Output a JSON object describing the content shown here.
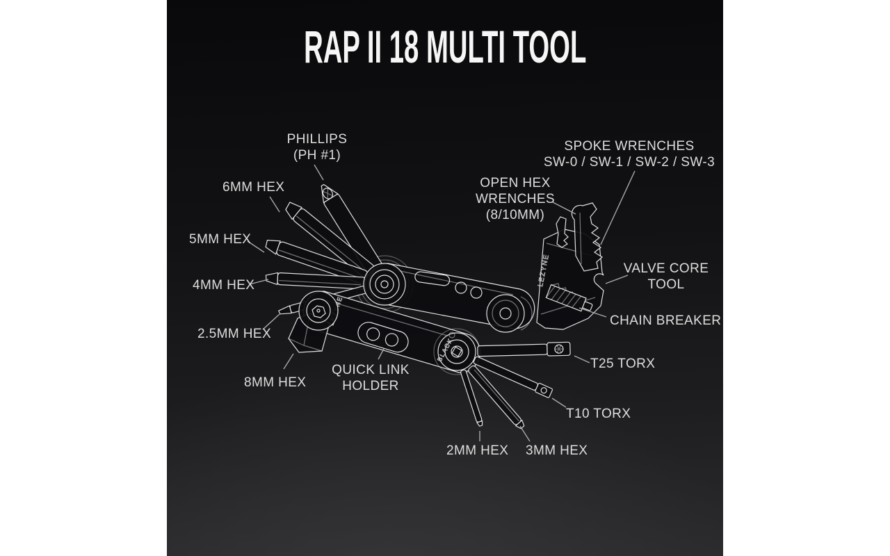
{
  "page": {
    "background_color": "#ffffff",
    "panel_top_color": "#09090b",
    "panel_bottom_color": "#2b2b2d",
    "label_color": "#dedede",
    "line_art_color": "#e2e2e2",
    "leader_line_color": "#a9a9a9"
  },
  "title": "RAP II 18 MULTI TOOL",
  "engravings": {
    "brand": "LEZYNE",
    "model": "BLACK"
  },
  "callouts": [
    {
      "id": "phillips",
      "lines": [
        "PHILLIPS",
        "(PH #1)"
      ]
    },
    {
      "id": "hex-6mm",
      "lines": [
        "6MM HEX"
      ]
    },
    {
      "id": "hex-5mm",
      "lines": [
        "5MM HEX"
      ]
    },
    {
      "id": "hex-4mm",
      "lines": [
        "4MM HEX"
      ]
    },
    {
      "id": "hex-2-5mm",
      "lines": [
        "2.5MM HEX"
      ]
    },
    {
      "id": "hex-8mm",
      "lines": [
        "8MM HEX"
      ]
    },
    {
      "id": "quick-link-holder",
      "lines": [
        "QUICK LINK",
        "HOLDER"
      ]
    },
    {
      "id": "spoke-wrenches",
      "lines": [
        "SPOKE WRENCHES",
        "SW-0 / SW-1 / SW-2 / SW-3"
      ]
    },
    {
      "id": "open-hex-wrenches",
      "lines": [
        "OPEN HEX",
        "WRENCHES",
        "(8/10MM)"
      ]
    },
    {
      "id": "valve-core-tool",
      "lines": [
        "VALVE CORE",
        "TOOL"
      ]
    },
    {
      "id": "chain-breaker",
      "lines": [
        "CHAIN BREAKER"
      ]
    },
    {
      "id": "torx-t25",
      "lines": [
        "T25 TORX"
      ]
    },
    {
      "id": "torx-t10",
      "lines": [
        "T10 TORX"
      ]
    },
    {
      "id": "hex-2mm",
      "lines": [
        "2MM HEX"
      ]
    },
    {
      "id": "hex-3mm",
      "lines": [
        "3MM HEX"
      ]
    }
  ]
}
